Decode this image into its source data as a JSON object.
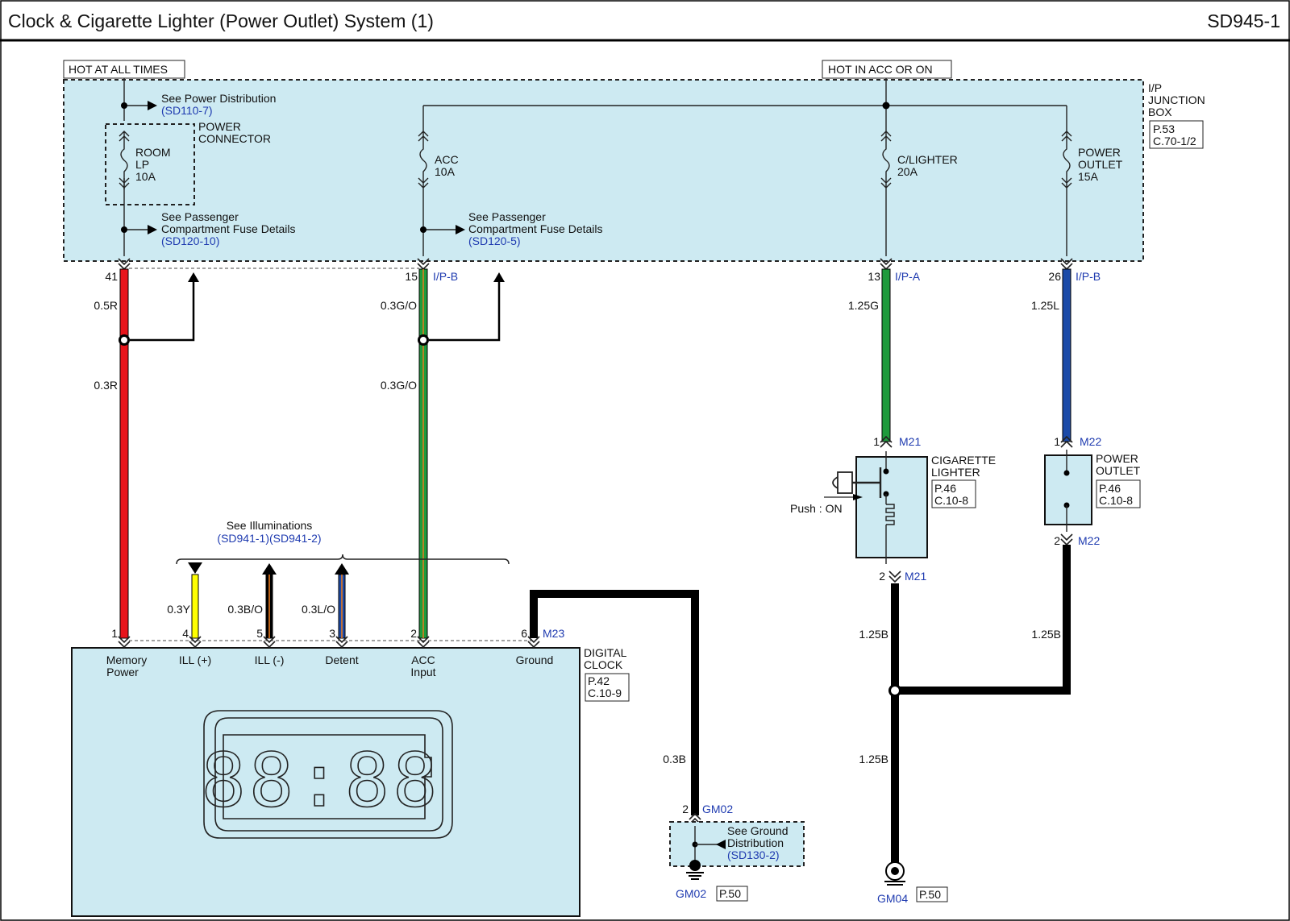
{
  "header": {
    "title": "Clock & Cigarette Lighter (Power Outlet) System (1)",
    "code": "SD945-1"
  },
  "power": {
    "hot_always": "HOT AT ALL TIMES",
    "hot_acc": "HOT IN ACC OR ON"
  },
  "junction_box": {
    "name": [
      "I/P",
      "JUNCTION",
      "BOX"
    ],
    "page": "P.53",
    "conn": "C.70-1/2"
  },
  "refs": {
    "power_dist": {
      "text": "See Power Distribution",
      "code": "(SD110-7)"
    },
    "fuse_details_1": {
      "line1": "See Passenger",
      "line2": "Compartment Fuse Details",
      "code": "(SD120-10)"
    },
    "fuse_details_2": {
      "line1": "See Passenger",
      "line2": "Compartment Fuse Details",
      "code": "(SD120-5)"
    },
    "illum": {
      "text": "See Illuminations",
      "code": "(SD941-1)(SD941-2)"
    },
    "ground_dist": {
      "line1": "See Ground",
      "line2": "Distribution",
      "code": "(SD130-2)"
    }
  },
  "power_connector": [
    "POWER",
    "CONNECTOR"
  ],
  "fuses": [
    {
      "name": [
        "ROOM",
        "LP",
        "10A"
      ]
    },
    {
      "name": [
        "ACC",
        "10A"
      ]
    },
    {
      "name": [
        "C/LIGHTER",
        "20A"
      ]
    },
    {
      "name": [
        "POWER",
        "OUTLET",
        "15A"
      ]
    }
  ],
  "jb_pins": [
    {
      "pin": "41",
      "conn": ""
    },
    {
      "pin": "15",
      "conn": "I/P-B"
    },
    {
      "pin": "13",
      "conn": "I/P-A"
    },
    {
      "pin": "26",
      "conn": "I/P-B"
    }
  ],
  "wires": {
    "w1a": "0.5R",
    "w1b": "0.3R",
    "w2a": "0.3G/O",
    "w2b": "0.3G/O",
    "w3": "1.25G",
    "w4": "1.25L",
    "w_y": "0.3Y",
    "w_bo": "0.3B/O",
    "w_lo": "0.3L/O",
    "w_gnd_clock": "0.3B",
    "w_cig_gnd": "1.25B",
    "w_po_gnd": "1.25B",
    "w_gm04": "1.25B"
  },
  "clock": {
    "name": [
      "DIGITAL",
      "CLOCK"
    ],
    "page": "P.42",
    "conn": "C.10-9",
    "connector": "M23",
    "display": "88:88",
    "pins": [
      {
        "num": "1",
        "label": [
          "Memory",
          "Power"
        ]
      },
      {
        "num": "4",
        "label": [
          "ILL (+)"
        ]
      },
      {
        "num": "5",
        "label": [
          "ILL (-)"
        ]
      },
      {
        "num": "3",
        "label": [
          "Detent"
        ]
      },
      {
        "num": "2",
        "label": [
          "ACC",
          "Input"
        ]
      },
      {
        "num": "6",
        "label": [
          "Ground"
        ]
      }
    ]
  },
  "cig_lighter": {
    "name": [
      "CIGARETTE",
      "LIGHTER"
    ],
    "page": "P.46",
    "conn": "C.10-8",
    "pin_top": "1",
    "pin_bot": "2",
    "connector": "M21",
    "push": "Push : ON"
  },
  "power_outlet": {
    "name": [
      "POWER",
      "OUTLET"
    ],
    "page": "P.46",
    "conn": "C.10-8",
    "pin_top": "1",
    "pin_bot": "2",
    "connector": "M22"
  },
  "grounds": {
    "gm02_pin": "2",
    "gm02_conn": "GM02",
    "gm02": "GM02",
    "gm02_page": "P.50",
    "gm04": "GM04",
    "gm04_page": "P.50"
  },
  "colors": {
    "red": "#e8141b",
    "green": "#1e9a3c",
    "blue": "#1b4aa8",
    "yellow": "#ffff00",
    "orange": "#e87a1e",
    "wire_black": "#000000",
    "box_fill": "#cdeaf2",
    "ref_blue": "#1f3bb0"
  }
}
